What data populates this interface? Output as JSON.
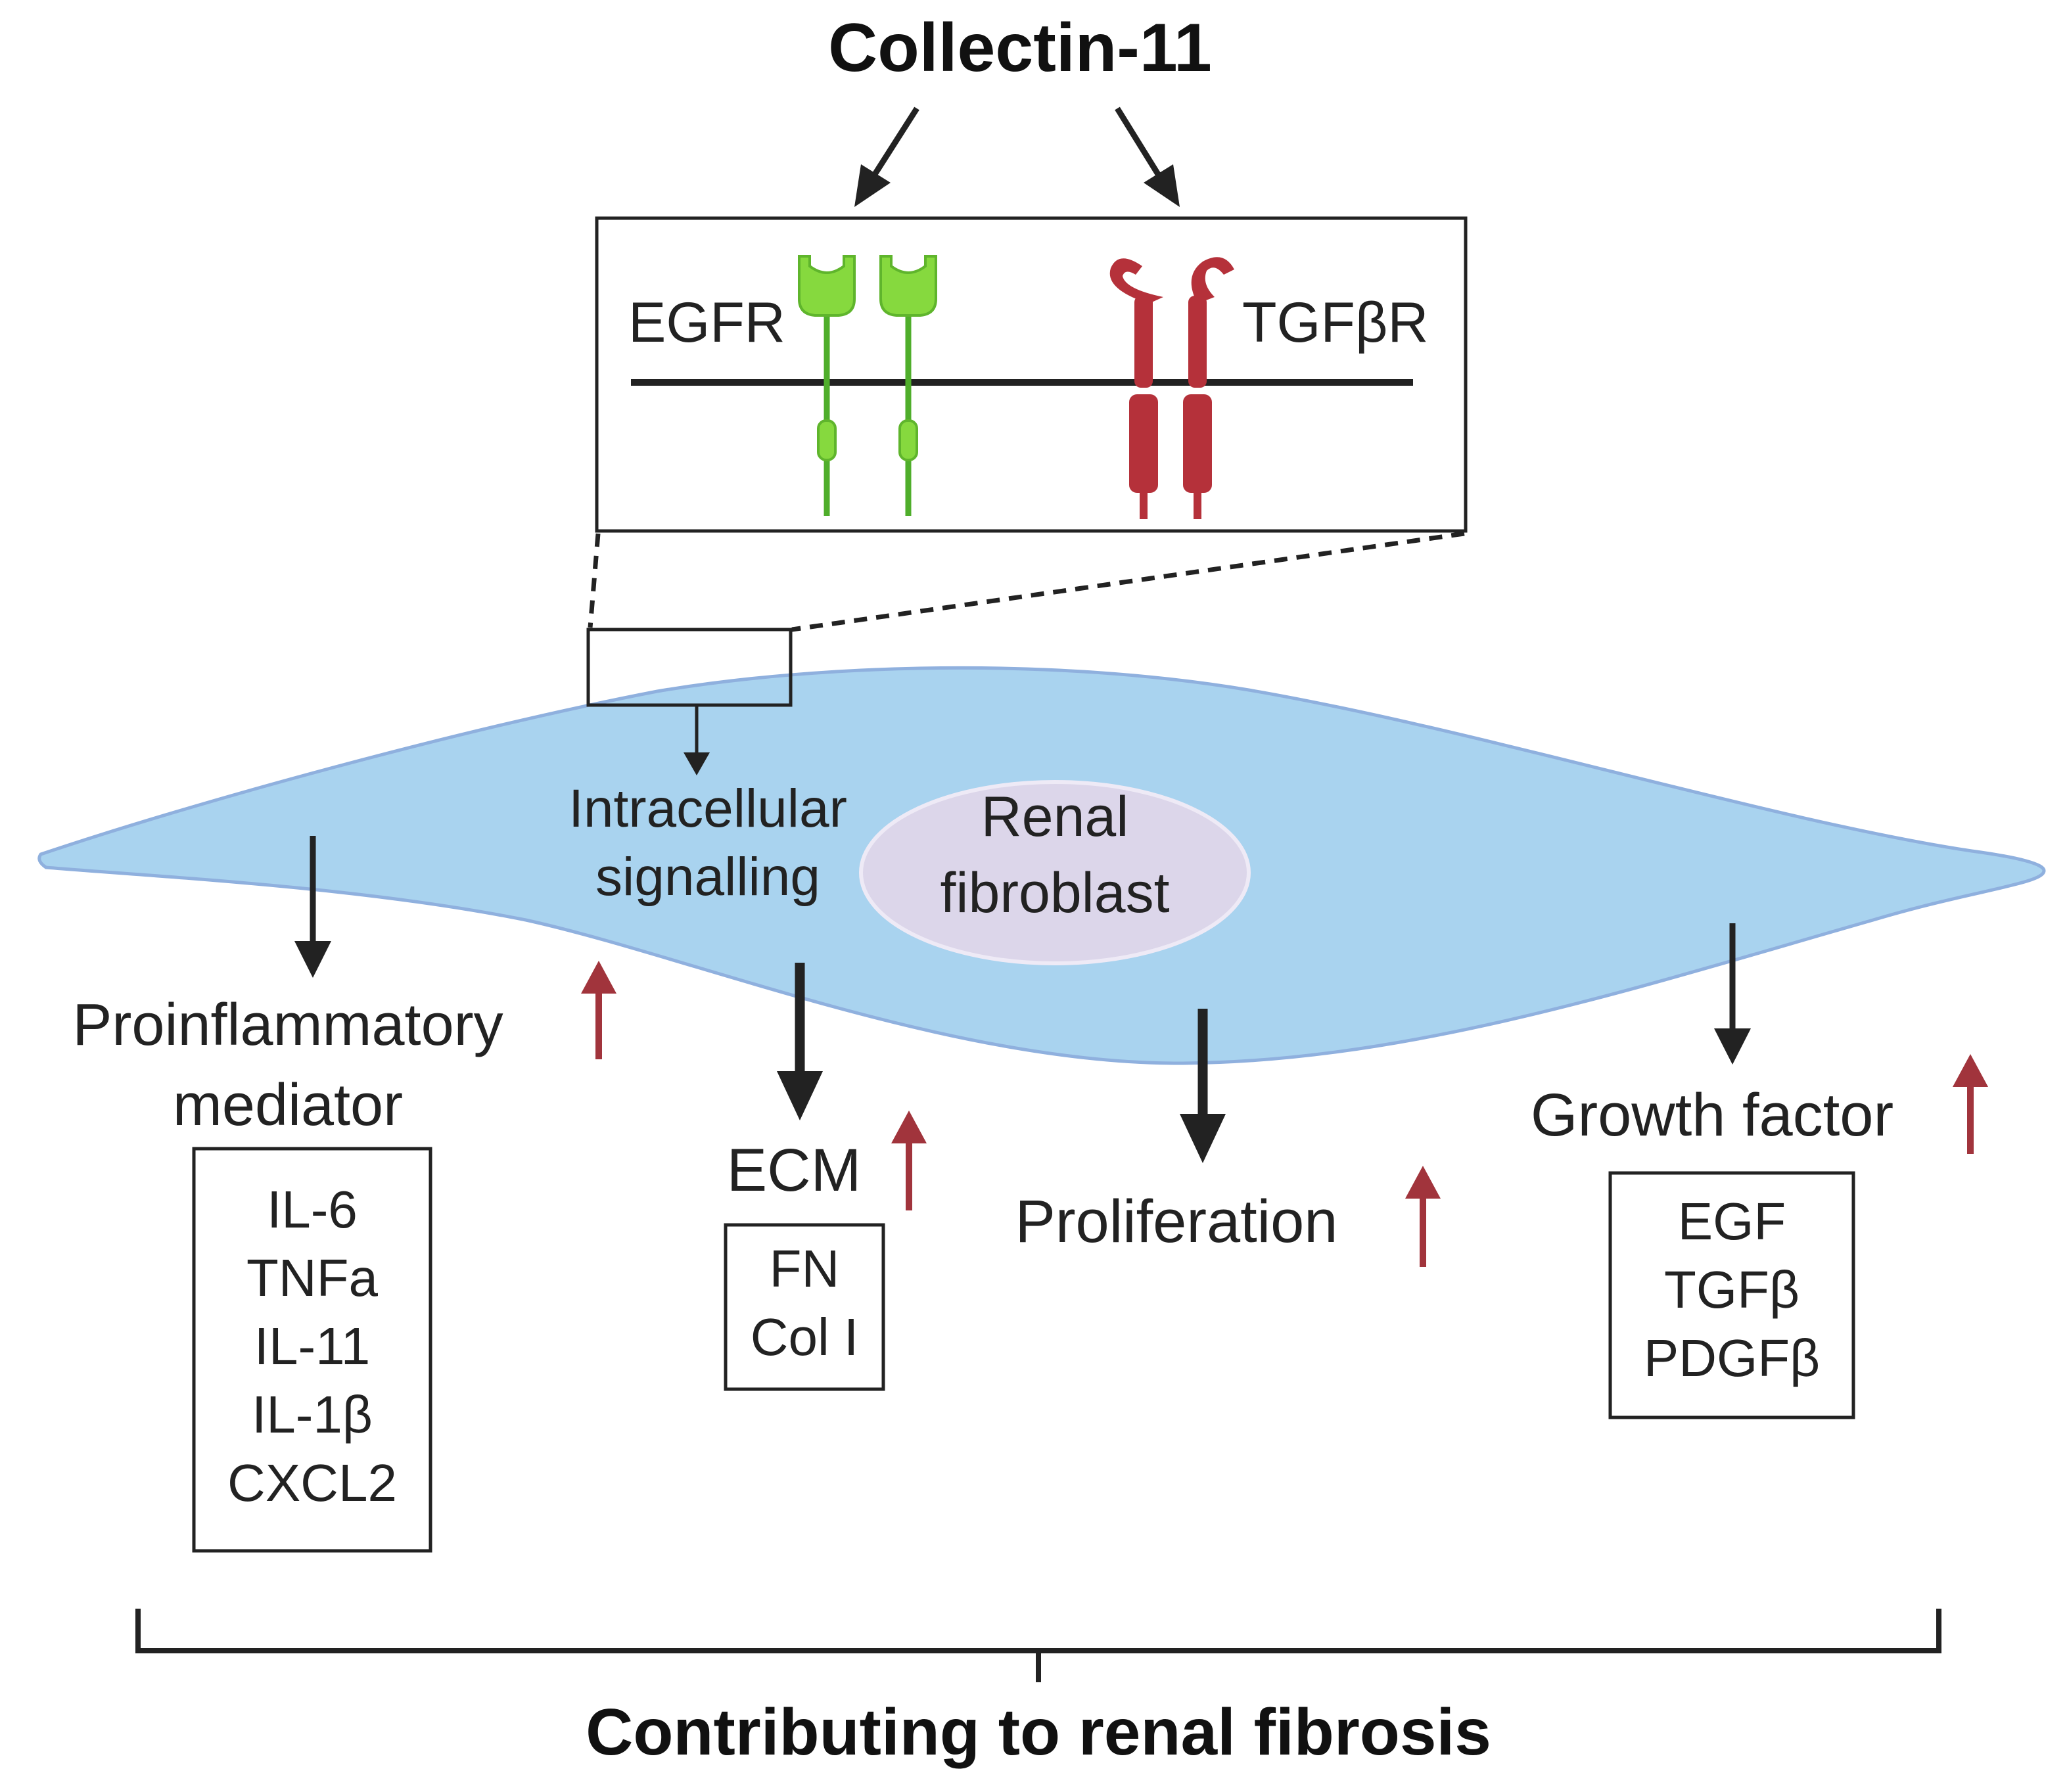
{
  "title": "Collectin-11",
  "receptors": {
    "egfr_label": "EGFR",
    "tgfbr_label": "TGFβR"
  },
  "cell": {
    "signalling_line1": "Intracellular",
    "signalling_line2": "signalling",
    "nucleus_line1": "Renal",
    "nucleus_line2": "fibroblast"
  },
  "outcomes": {
    "proinflammatory": {
      "label_line1": "Proinflammatory",
      "label_line2": "mediator",
      "items": [
        "IL-6",
        "TNFa",
        "IL-11",
        "IL-1β",
        "CXCL2"
      ]
    },
    "ecm": {
      "label": "ECM",
      "items": [
        "FN",
        "Col I"
      ]
    },
    "proliferation": {
      "label": "Proliferation"
    },
    "growth_factor": {
      "label": "Growth factor",
      "items": [
        "EGF",
        "TGFβ",
        "PDGFβ"
      ]
    }
  },
  "conclusion": "Contributing to renal fibrosis",
  "colors": {
    "cell_fill": "#a9d3ef",
    "cell_stroke": "#8fb0de",
    "nucleus_fill": "#dcd6ea",
    "egfr_green": "#7fd13b",
    "tgfbr_red": "#b5313a",
    "up_arrow": "#a1343c",
    "ink": "#222222"
  }
}
